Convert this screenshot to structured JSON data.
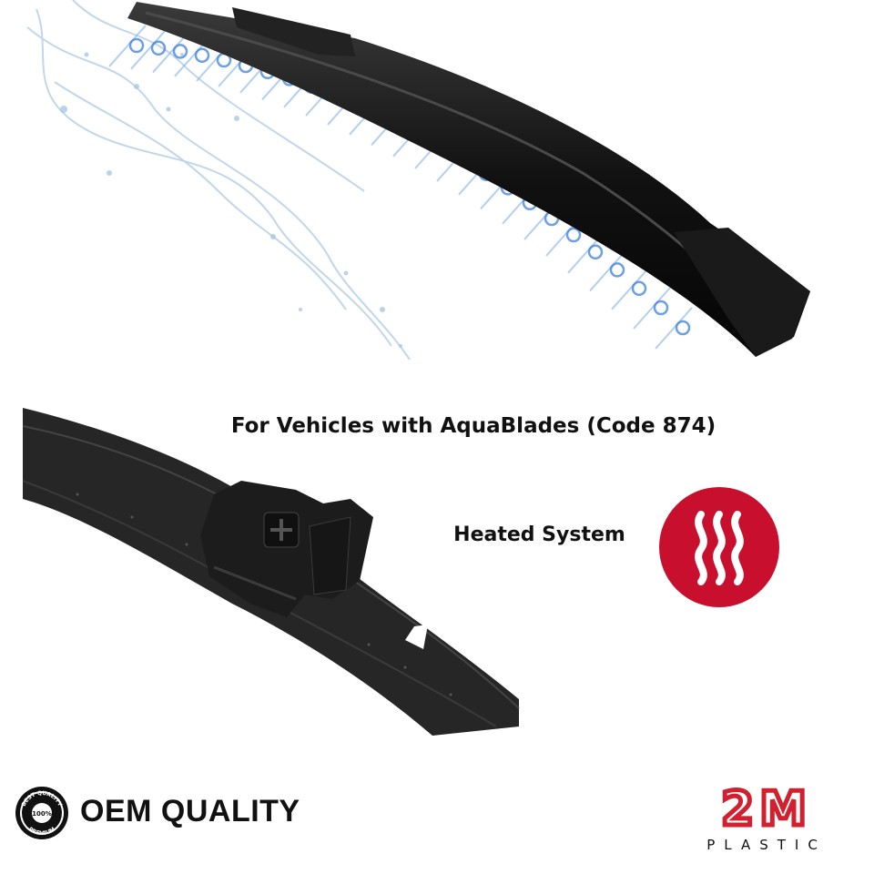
{
  "headline": "For Vehicles with AquaBlades (Code 874)",
  "heated_label": "Heated System",
  "oem_label": "OEM QUALITY",
  "seal": {
    "top_text": "BEST QUALITY",
    "center_text": "100%",
    "bottom_text": "PREMIUM"
  },
  "brand": {
    "name": "2M",
    "subtitle": "PLASTIC"
  },
  "icons": {
    "heat": "heat-waves-icon",
    "seal": "quality-seal-icon"
  },
  "colors": {
    "brand_red": "#d1202f",
    "heat_red": "#c8102e",
    "water_blue": "#3b7fd9",
    "blade_black": "#1b1b1b"
  }
}
